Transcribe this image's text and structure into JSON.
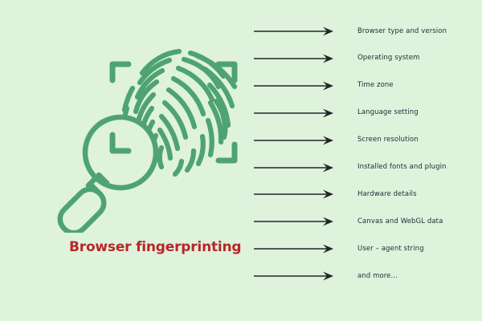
{
  "page": {
    "background_color": "#dff2dc",
    "title": "Browser fingerprinting",
    "title_color": "#b5282a"
  },
  "illustration": {
    "name": "fingerprint-scan-with-magnifier",
    "graphic_color": "#4fa372",
    "parts": [
      "fingerprint-ridges",
      "scan-frame-corner-brackets",
      "magnifying-glass"
    ]
  },
  "attributes": {
    "arrow_icon": "right-arrow-icon",
    "arrow_color": "#22262b",
    "label_color": "#1b2c35",
    "items": [
      {
        "label": "Browser type and version"
      },
      {
        "label": "Operating system"
      },
      {
        "label": "Time zone"
      },
      {
        "label": "Language setting"
      },
      {
        "label": "Screen resolution"
      },
      {
        "label": "Installed fonts and plugin"
      },
      {
        "label": "Hardware details"
      },
      {
        "label": "Canvas and WebGL data"
      },
      {
        "label": "User – agent string"
      },
      {
        "label": "and more..."
      }
    ]
  }
}
